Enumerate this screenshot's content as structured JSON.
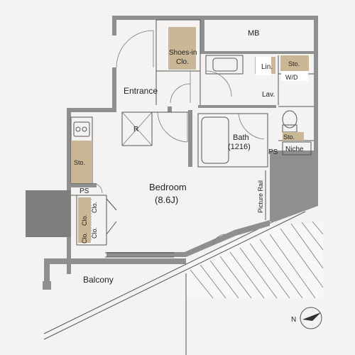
{
  "floor_plan": {
    "rooms": {
      "mb": "MB",
      "shoes_in_closet": [
        "Shoes-in",
        "Clo."
      ],
      "linen": "Lin.",
      "storage_top": "Sto.",
      "wd": "W/D",
      "entrance": "Entrance",
      "lavatory": "Lav.",
      "refrigerator": "R",
      "bath": [
        "Bath",
        "(1216)"
      ],
      "storage_bath": "Sto.",
      "niche": "Niche",
      "ps_right": "PS",
      "storage_kitchen": "Sto.",
      "bedroom": [
        "Bedroom",
        "(8.6J)"
      ],
      "picture_rail": "Picture Rail",
      "ps_left": "PS",
      "closet_1": "Clo.",
      "closet_2": "Clo.",
      "closet_3": "Clo.",
      "closet_4": "Clo.",
      "balcony": "Balcony"
    },
    "compass": {
      "label": "N",
      "icon": "compass-icon"
    },
    "colors": {
      "wall": "#8f8f8f",
      "storage": "#c9b796",
      "background": "#f4f3f1"
    }
  }
}
